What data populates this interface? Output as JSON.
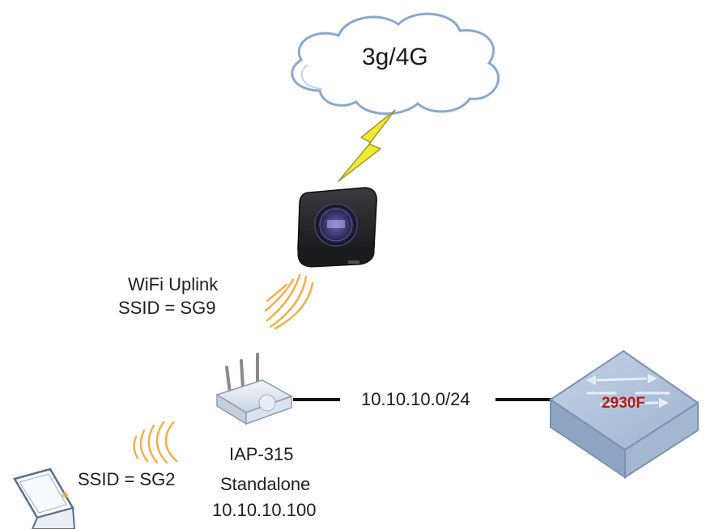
{
  "cloud": {
    "label": "3g/4G"
  },
  "uplink": {
    "title": "WiFi Uplink",
    "ssid": "SSID = SG9"
  },
  "ap": {
    "model": "IAP-315",
    "mode": "Standalone",
    "ip": "10.10.10.100"
  },
  "link": {
    "subnet": "10.10.10.0/24"
  },
  "switch": {
    "model": "2930F"
  },
  "client": {
    "ssid": "SSID = SG2"
  },
  "colors": {
    "cloud_stroke": "#8aa8cf",
    "lightning": "#f4ea2c",
    "wifi_waves": "#f2b04a",
    "switch_top": "#a9bdd7",
    "switch_side": "#8ea4c3",
    "switch_label": "#b0201c"
  },
  "icons": [
    "cloud-icon",
    "lightning-icon",
    "mifi-hotspot-icon",
    "wifi-waves-icon",
    "access-point-icon",
    "network-switch-icon",
    "laptop-icon"
  ]
}
